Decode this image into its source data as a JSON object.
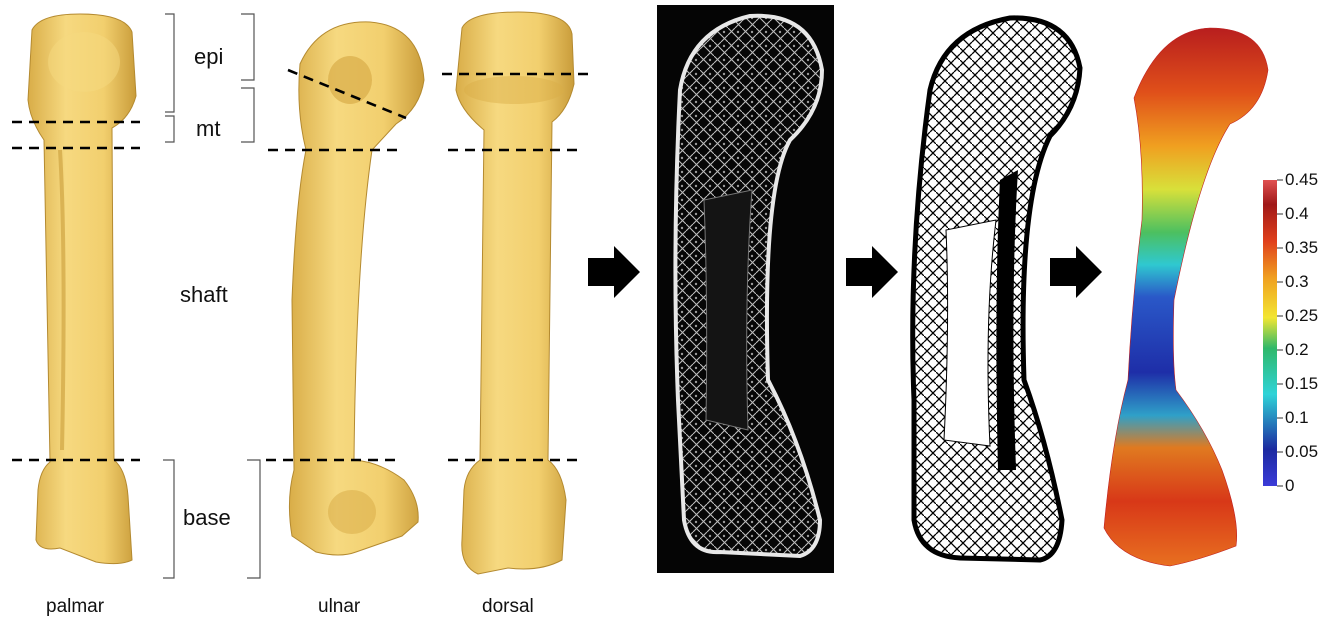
{
  "region_labels": {
    "epi": "epi",
    "mt": "mt",
    "shaft": "shaft",
    "base": "base"
  },
  "view_labels": {
    "palmar": "palmar",
    "ulnar": "ulnar",
    "dorsal": "dorsal"
  },
  "colorbar": {
    "ticks": [
      "0.45",
      "0.4",
      "0.35",
      "0.3",
      "0.25",
      "0.2",
      "0.15",
      "0.1",
      "0.05",
      "0"
    ],
    "range": [
      0,
      0.45
    ],
    "colors": [
      "#3b3bd8",
      "#1c2aa0",
      "#2fd3d8",
      "#2fb86a",
      "#f2e632",
      "#f0a020",
      "#e0401c",
      "#a01818",
      "#e05050"
    ]
  },
  "colors": {
    "bone": "#f2cf6e",
    "bone_shade": "#d9ad48",
    "ct_background": "#050505",
    "arrow": "#000000",
    "dash": "#000000"
  }
}
